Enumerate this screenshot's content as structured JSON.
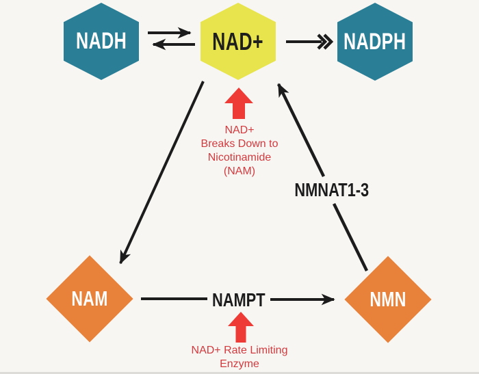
{
  "nodes": {
    "nadh": {
      "label": "NADH",
      "shape": "hexagon",
      "fill": "#2a7e95",
      "text_color": "#ffffff"
    },
    "nad": {
      "label": "NAD+",
      "shape": "hexagon",
      "fill": "#e7e44d",
      "text_color": "#1f1f1d"
    },
    "nadph": {
      "label": "NADPH",
      "shape": "hexagon",
      "fill": "#2a7e95",
      "text_color": "#ffffff"
    },
    "nam": {
      "label": "NAM",
      "shape": "diamond",
      "fill": "#e8813a",
      "text_color": "#ffffff"
    },
    "nmn": {
      "label": "NMN",
      "shape": "diamond",
      "fill": "#e8813a",
      "text_color": "#ffffff"
    }
  },
  "edge_labels": {
    "nmnat": "NMNAT1-3",
    "nampt": "NAMPT"
  },
  "annotations": {
    "breakdown": {
      "lines": [
        "NAD+",
        "Breaks Down to",
        "Nicotinamide",
        "(NAM)"
      ],
      "color": "#d23a3e"
    },
    "rate_limiting": {
      "lines": [
        "NAD+ Rate Limiting",
        "Enzyme"
      ],
      "color": "#d23a3e"
    }
  },
  "icons": {
    "red_up_arrow_top": "up-block-arrow",
    "red_up_arrow_bottom": "up-block-arrow"
  },
  "colors": {
    "background": "#f7f6f3",
    "line": "#1c1c1c",
    "red_arrow": "#ee3b36",
    "red_text": "#d23a3e",
    "teal": "#2a7e95",
    "yellow": "#e7e44d",
    "orange": "#e8813a"
  }
}
